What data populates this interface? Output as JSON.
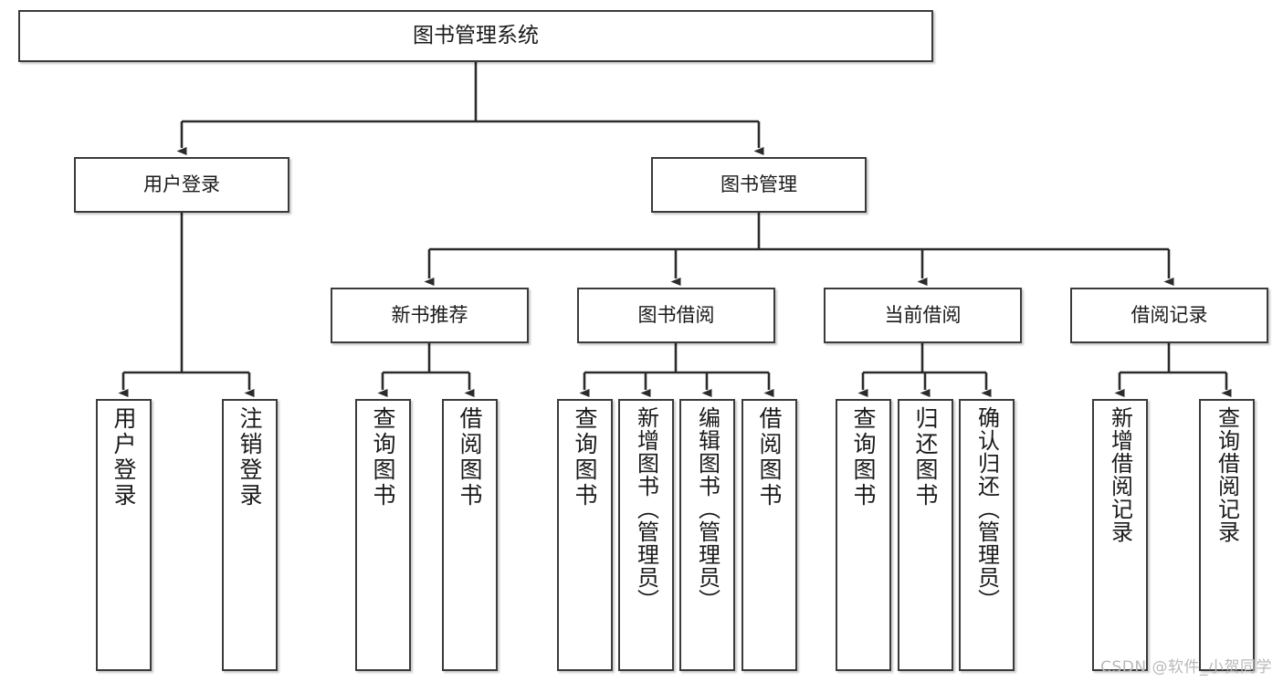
{
  "diagram": {
    "title": "图书管理系统",
    "type": "tree",
    "watermark": "CSDN @软件_小贺同学"
  },
  "root": {
    "label": "图书管理系统"
  },
  "level1": [
    {
      "id": "user-login",
      "label": "用户登录"
    },
    {
      "id": "book-manage",
      "label": "图书管理"
    }
  ],
  "level2": [
    {
      "id": "new-book-recommend",
      "label": "新书推荐"
    },
    {
      "id": "book-borrow",
      "label": "图书借阅"
    },
    {
      "id": "current-borrow",
      "label": "当前借阅"
    },
    {
      "id": "borrow-record",
      "label": "借阅记录"
    }
  ],
  "leaves": [
    {
      "id": "leaf-user-login",
      "label": "用户登录"
    },
    {
      "id": "leaf-logout",
      "label": "注销登录"
    },
    {
      "id": "leaf-query-book-1",
      "label": "查询图书"
    },
    {
      "id": "leaf-borrow-book-1",
      "label": "借阅图书"
    },
    {
      "id": "leaf-query-book-2",
      "label": "查询图书"
    },
    {
      "id": "leaf-add-book",
      "label": "新增图书（管理员）"
    },
    {
      "id": "leaf-edit-book",
      "label": "编辑图书（管理员）"
    },
    {
      "id": "leaf-borrow-book-2",
      "label": "借阅图书"
    },
    {
      "id": "leaf-query-book-3",
      "label": "查询图书"
    },
    {
      "id": "leaf-return-book",
      "label": "归还图书"
    },
    {
      "id": "leaf-confirm-return",
      "label": "确认归还（管理员）"
    },
    {
      "id": "leaf-add-record",
      "label": "新增借阅记录"
    },
    {
      "id": "leaf-query-record",
      "label": "查询借阅记录"
    }
  ],
  "colors": {
    "border": "#3b3b3b",
    "text": "#1a1a1a",
    "background": "#ffffff",
    "connector": "#2b2b2b",
    "watermark": "#b9b9b9"
  }
}
